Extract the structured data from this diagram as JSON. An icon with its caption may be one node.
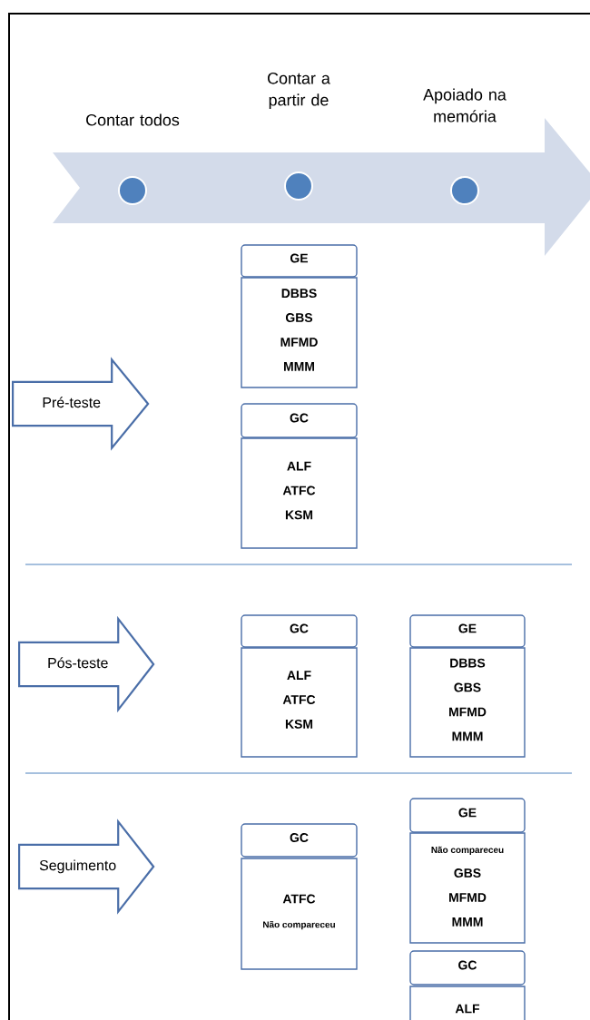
{
  "diagram": {
    "nodes": [
      {
        "text": [],
        "shape": "circle",
        "beside": [
          "Contar todos"
        ]
      },
      {
        "text": [],
        "shape": "circle",
        "beside": [
          "Contar a partir de"
        ]
      },
      {
        "text": [],
        "shape": "circle",
        "beside": [
          "Apoiado na memória"
        ]
      },
      {
        "text": [
          "Pré-teste"
        ]
      },
      {
        "text": [
          "GE"
        ]
      },
      {
        "text": [
          "DBBS",
          "GBS",
          "MFMD",
          "MMM"
        ]
      },
      {
        "text": [
          "GC"
        ]
      },
      {
        "text": [
          "ALF",
          "ATFC",
          "KSM"
        ]
      },
      {
        "text": [
          "Pós-teste"
        ]
      },
      {
        "text": [
          "GC"
        ]
      },
      {
        "text": [
          "ALF",
          "ATFC",
          "KSM"
        ]
      },
      {
        "text": [
          "GE"
        ]
      },
      {
        "text": [
          "DBBS",
          "GBS",
          "MFMD",
          "MMM"
        ]
      },
      {
        "text": [
          "Seguimento"
        ]
      },
      {
        "text": [
          "GC"
        ]
      },
      {
        "text": [
          "ATFC",
          "Não compareceu"
        ]
      },
      {
        "text": [
          "GE"
        ]
      },
      {
        "text": [
          "Não compareceu",
          "GBS",
          "MFMD",
          "MMM"
        ]
      },
      {
        "text": [
          "GC"
        ]
      },
      {
        "text": [
          "ALF"
        ]
      }
    ]
  }
}
